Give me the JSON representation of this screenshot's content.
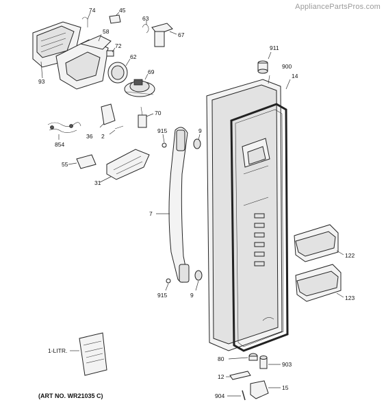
{
  "watermark": "AppliancePartsPros.com",
  "art_number": "(ART NO. WR21035 C)",
  "callouts": {
    "p74": "74",
    "p45": "45",
    "p63": "63",
    "p58": "58",
    "p67": "67",
    "p72": "72",
    "p62": "62",
    "p93": "93",
    "p69": "69",
    "p70": "70",
    "p36": "36",
    "p854": "854",
    "p2": "2",
    "p915a": "915",
    "p9a": "9",
    "p55": "55",
    "p31": "31",
    "p7": "7",
    "p915b": "915",
    "p9b": "9",
    "p911": "911",
    "p900": "900",
    "p14": "14",
    "p122": "122",
    "p123": "123",
    "p1litr": "1-LITR.",
    "p80": "80",
    "p903": "903",
    "p12": "12",
    "p15": "15",
    "p904": "904"
  }
}
